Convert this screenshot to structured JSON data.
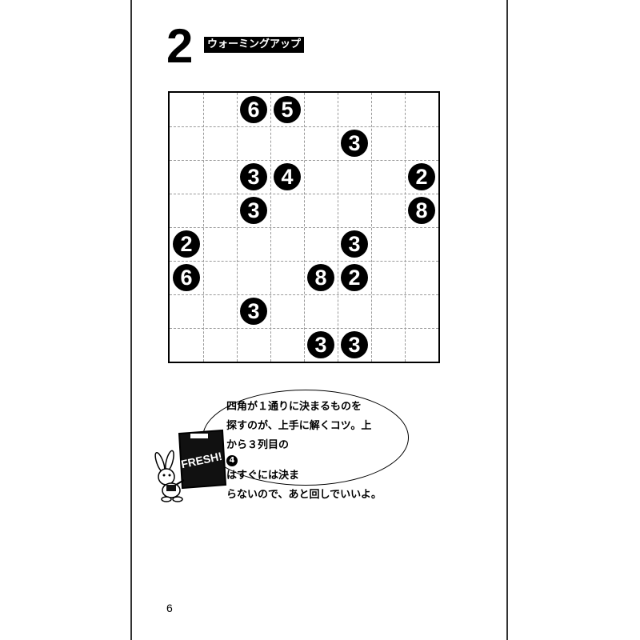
{
  "puzzle": {
    "number": "2",
    "label": "ウォーミングアップ",
    "size": 8,
    "clues": [
      {
        "row": 0,
        "col": 2,
        "value": "6"
      },
      {
        "row": 0,
        "col": 3,
        "value": "5"
      },
      {
        "row": 1,
        "col": 5,
        "value": "3"
      },
      {
        "row": 2,
        "col": 2,
        "value": "3"
      },
      {
        "row": 2,
        "col": 3,
        "value": "4"
      },
      {
        "row": 2,
        "col": 7,
        "value": "2"
      },
      {
        "row": 3,
        "col": 2,
        "value": "3"
      },
      {
        "row": 3,
        "col": 7,
        "value": "8"
      },
      {
        "row": 4,
        "col": 0,
        "value": "2"
      },
      {
        "row": 4,
        "col": 5,
        "value": "3"
      },
      {
        "row": 5,
        "col": 0,
        "value": "6"
      },
      {
        "row": 5,
        "col": 4,
        "value": "8"
      },
      {
        "row": 5,
        "col": 5,
        "value": "2"
      },
      {
        "row": 6,
        "col": 2,
        "value": "3"
      },
      {
        "row": 7,
        "col": 4,
        "value": "3"
      },
      {
        "row": 7,
        "col": 5,
        "value": "3"
      }
    ]
  },
  "hint": {
    "line1": "四角が１通りに決まるものを",
    "line2": "探すのが、上手に解くコツ。上",
    "line3_before": "から３列目の",
    "line3_clue": "4",
    "line3_after": "はすぐには決ま",
    "line4": "らないので、あと回しでいいよ。"
  },
  "mascot": {
    "sign_text": "FRESH!"
  },
  "page_number": "6"
}
